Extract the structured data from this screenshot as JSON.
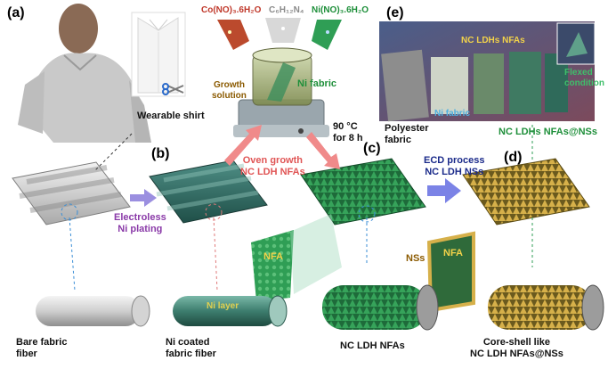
{
  "panels": {
    "a": "(a)",
    "b": "(b)",
    "c": "(c)",
    "d": "(d)",
    "e": "(e)"
  },
  "labels": {
    "shirt": "Wearable shirt",
    "growth_solution_1": "Growth",
    "growth_solution_2": "solution",
    "ni_fabric": "Ni fabric",
    "temp": "90 °C",
    "time": "for 8 h",
    "electroless_1": "Electroless",
    "electroless_2": "Ni plating",
    "oven_1": "Oven growth",
    "oven_2": "NC LDH NFAs",
    "ecd_1": "ECD process",
    "ecd_2": "NC LDH NSs",
    "nfa_c": "NFA",
    "nfa_d": "NFA",
    "nss": "NSs",
    "ni_layer": "Ni layer",
    "bare_1": "Bare fabric",
    "bare_2": "fiber",
    "ni_coated_1": "Ni coated",
    "ni_coated_2": "fabric fiber",
    "nc_ldh_nfas": "NC LDH NFAs",
    "coreshell_1": "Core-shell like",
    "coreshell_2": "NC LDH NFAs@NSs"
  },
  "reagents": {
    "co": "Co(NO)₃.6H₂O",
    "hmta": "C₆H₁₂N₄",
    "ni": "Ni(NO)₃.6H₂O"
  },
  "photo": {
    "nfas": "NC LDHs NFAs",
    "ni_fabric": "Ni fabric",
    "flexed_1": "Flexed",
    "flexed_2": "condition",
    "polyester_1": "Polyester",
    "polyester_2": "fabric",
    "nfas_nss": "NC LDHs NFAs@NSs"
  },
  "colors": {
    "pink_arrow": "#f08a8a",
    "purple_arrow": "#9b8fe0",
    "blue_arrow": "#7b83e6",
    "co_red": "#c0392b",
    "ni_green": "#1e8f3a",
    "brown": "#8b5a00",
    "navy": "#1a2a8a"
  }
}
